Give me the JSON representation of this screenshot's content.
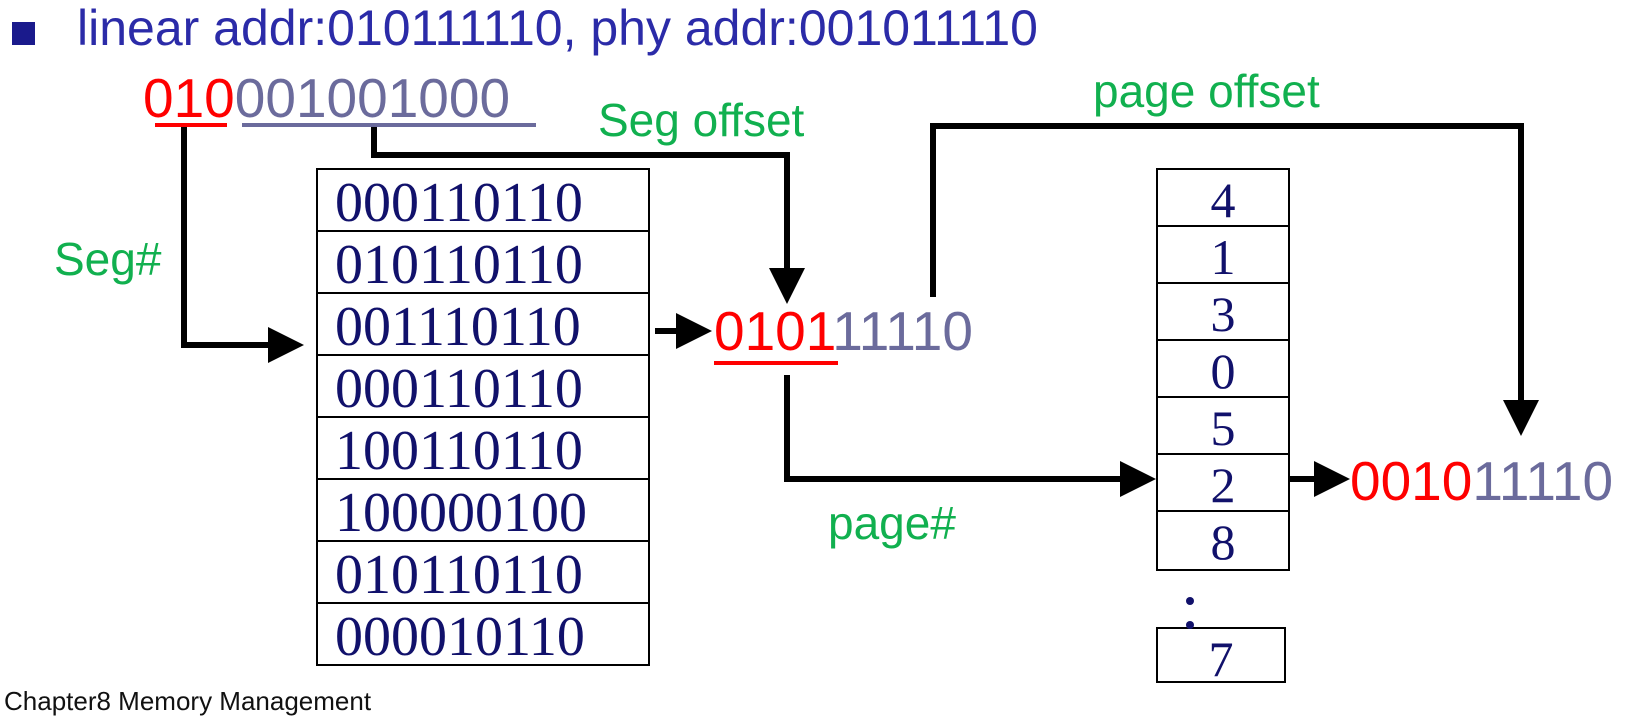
{
  "title": "linear addr:010111110, phy addr:001011110",
  "linear_addr": {
    "seg_bits": "010",
    "offset_bits": "001001000"
  },
  "labels": {
    "seg_num": "Seg#",
    "seg_offset": "Seg offset",
    "page_offset": "page offset",
    "page_num": "page#"
  },
  "segment_table": [
    "000110110",
    "010110110",
    "001110110",
    "000110110",
    "100110110",
    "100000100",
    "010110110",
    "000010110"
  ],
  "intermediate": {
    "page_bits": "0101",
    "offset_bits": "11110"
  },
  "page_table": [
    "4",
    "1",
    "3",
    "0",
    "5",
    "2",
    "8"
  ],
  "page_table_last": "7",
  "result": {
    "frame_bits": "0010",
    "offset_bits": "11110"
  },
  "footer": "Chapter8 Memory Management",
  "colors": {
    "title": "#2b2ba8",
    "label": "#11b04f",
    "highlight": "#ff0000",
    "offset": "#6b6b9c"
  }
}
